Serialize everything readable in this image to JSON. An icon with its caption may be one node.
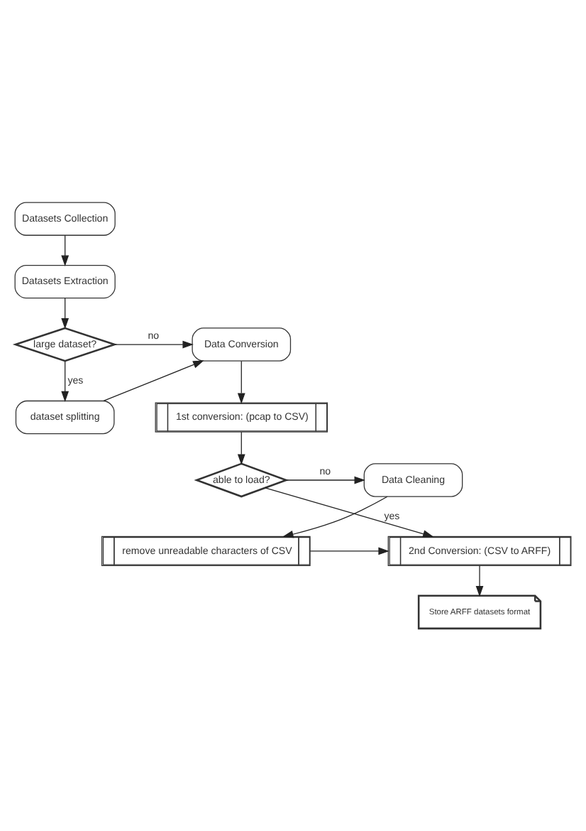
{
  "diagram": {
    "nodes": [
      {
        "text": [
          "Datasets Collection"
        ]
      },
      {
        "text": [
          "Datasets Extraction"
        ]
      },
      {
        "text": [
          "large dataset?"
        ]
      },
      {
        "text": [
          "Data Conversion"
        ]
      },
      {
        "text": [
          "dataset splitting"
        ]
      },
      {
        "text": [
          "1st conversion: (pcap to CSV)"
        ]
      },
      {
        "text": [
          "able to load?"
        ]
      },
      {
        "text": [
          "Data Cleaning"
        ]
      },
      {
        "text": [
          "2nd Conversion: (CSV to ARFF)"
        ]
      },
      {
        "text": [
          "remove unreadable characters of CSV"
        ]
      },
      {
        "text": [
          "Store ARFF datasets format"
        ]
      }
    ],
    "edges": [
      {
        "from": 0,
        "to": 1,
        "arrow": "to"
      },
      {
        "from": 1,
        "to": 2,
        "arrow": "to"
      },
      {
        "from": 2,
        "to": 3,
        "arrow": "to",
        "label": "no"
      },
      {
        "from": 2,
        "to": 4,
        "arrow": "to",
        "label": "yes"
      },
      {
        "from": 4,
        "to": 3,
        "arrow": "to"
      },
      {
        "from": 3,
        "to": 5,
        "arrow": "to"
      },
      {
        "from": 5,
        "to": 6,
        "arrow": "to"
      },
      {
        "from": 6,
        "to": 7,
        "arrow": "to",
        "label": "no"
      },
      {
        "from": 6,
        "to": 8,
        "arrow": "to",
        "label": "yes"
      },
      {
        "from": 7,
        "to": 9,
        "arrow": "to"
      },
      {
        "from": 9,
        "to": 8,
        "arrow": "to"
      },
      {
        "from": 8,
        "to": 10,
        "arrow": "to"
      }
    ]
  }
}
